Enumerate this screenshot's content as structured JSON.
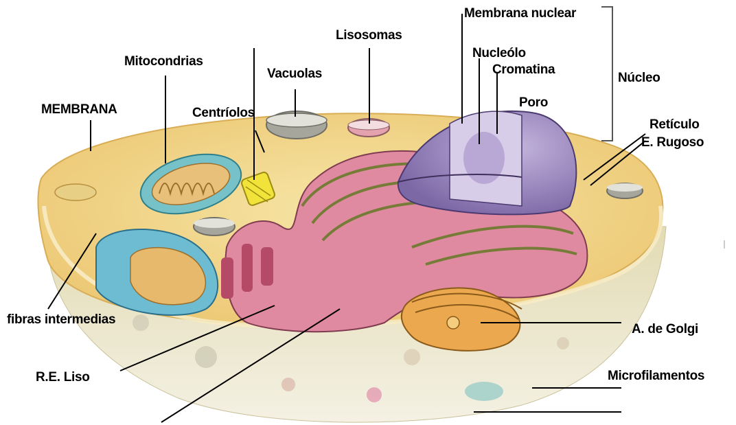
{
  "labels": {
    "membrana_nuclear": "Membrana nuclear",
    "lisosomas": "Lisosomas",
    "nucleolo": "Nucleólo",
    "cromatina": "Cromatina",
    "nucleo": "Núcleo",
    "mitocondrias": "Mitocondrias",
    "vacuolas": "Vacuolas",
    "poro": "Poro",
    "membrana": "MEMBRANA",
    "centriolos": "Centríolos",
    "reticulo_1": "Retículo",
    "reticulo_2": "E. Rugoso",
    "fibras": "fibras intermedias",
    "golgi": "A. de Golgi",
    "re_liso": "R.E. Liso",
    "microfilamentos": "Microfilamentos"
  },
  "colors": {
    "cytoplasm": "#f1d98a",
    "membrane_rim": "#e8c36a",
    "lower_body": "#d9d2a6",
    "mitochondria": "#7cc6c8",
    "er": "#d97a93",
    "nucleus": "#a58fc4",
    "golgi": "#e6a24a",
    "centriole": "#f0e23a",
    "vacuole": "#8f8f85"
  }
}
